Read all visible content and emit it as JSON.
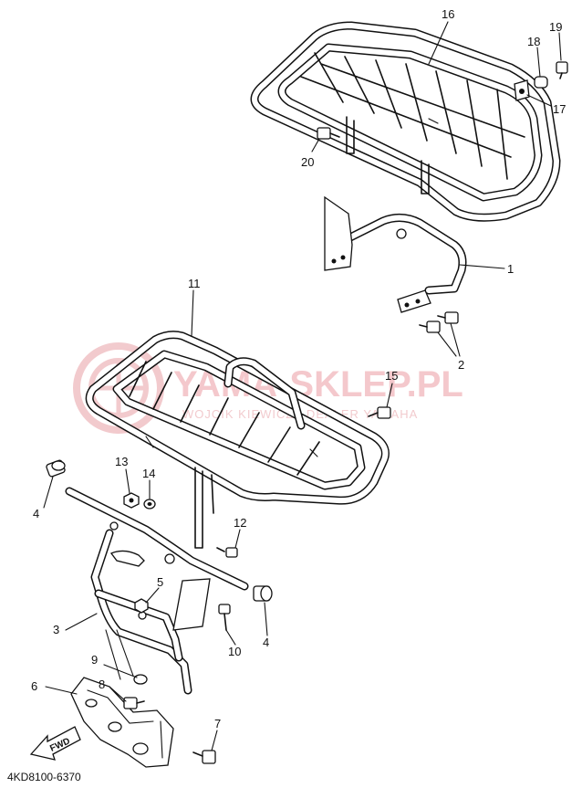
{
  "diagram": {
    "part_numbers": [
      "1",
      "2",
      "3",
      "4",
      "4",
      "5",
      "6",
      "7",
      "8",
      "9",
      "10",
      "11",
      "12",
      "13",
      "14",
      "15",
      "16",
      "17",
      "18",
      "19",
      "20"
    ],
    "watermark": {
      "brand": "YAMA-SKLEP.PL",
      "tagline": "WOJCIK KIEWICZ | DEALER YAMAHA",
      "color": "#e8a0a6"
    },
    "fwd_label": "FWD",
    "drawing_code": "4KD8100-6370"
  }
}
